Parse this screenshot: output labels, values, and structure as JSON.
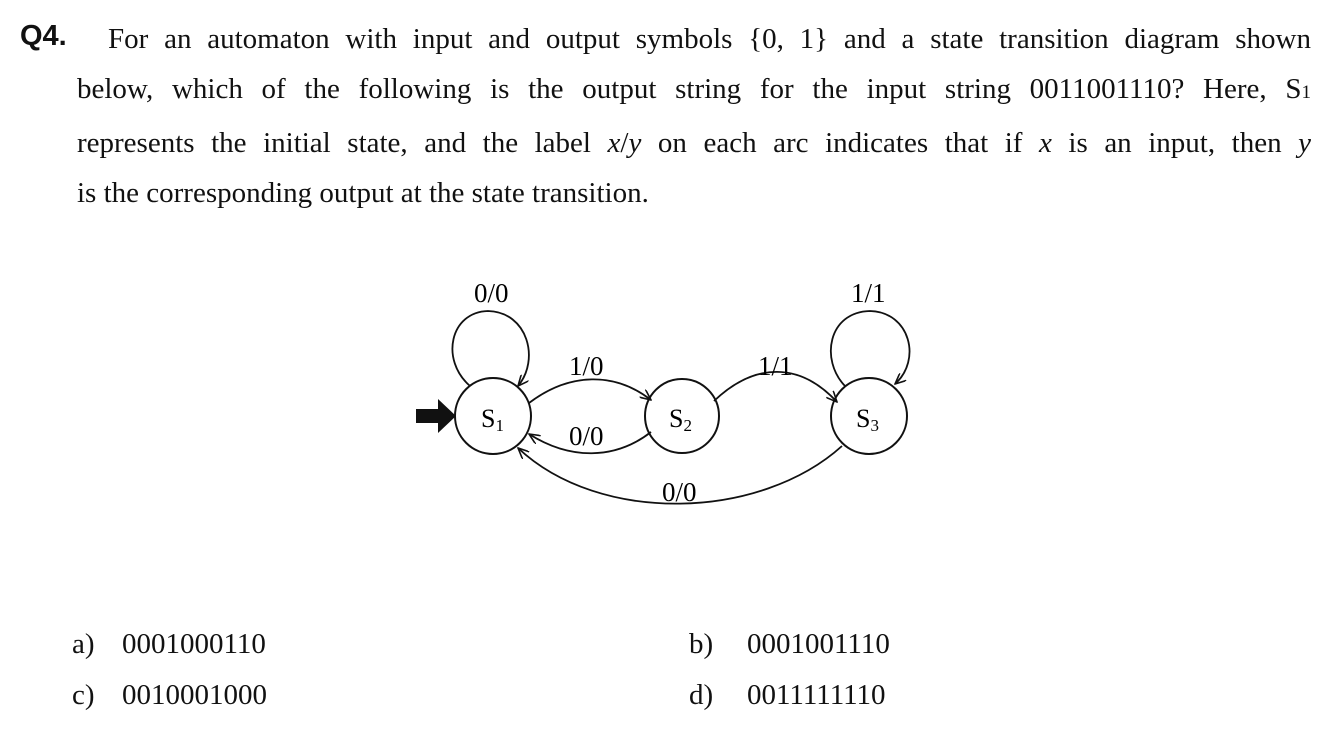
{
  "question": {
    "number": "Q4.",
    "lines": [
      "For an automaton with input and output symbols {0, 1} and a state transition diagram shown",
      "below, which of the following is the output string for the input string 0011001110? Here, S",
      "represents the initial state, and the label ",
      "is the corresponding output at the state transition."
    ],
    "line2_sub": "1",
    "line3_x": "x",
    "line3_slash": "/",
    "line3_y": "y",
    "line3_mid": " on each arc indicates that if ",
    "line3_x2": "x",
    "line3_mid2": " is an input, then ",
    "line3_y2": "y"
  },
  "diagram": {
    "states": [
      {
        "name": "S",
        "sub": "1"
      },
      {
        "name": "S",
        "sub": "2"
      },
      {
        "name": "S",
        "sub": "3"
      }
    ],
    "transitions": {
      "s1_loop": "0/0",
      "s3_loop": "1/1",
      "s1_to_s2": "1/0",
      "s2_to_s1": "0/0",
      "s2_to_s3": "1/1",
      "s3_to_s1": "0/0"
    }
  },
  "choices": [
    {
      "letter": "a)",
      "value": "0001000110"
    },
    {
      "letter": "b)",
      "value": "0001001110"
    },
    {
      "letter": "c)",
      "value": "0010001000"
    },
    {
      "letter": "d)",
      "value": "0011111110"
    }
  ]
}
